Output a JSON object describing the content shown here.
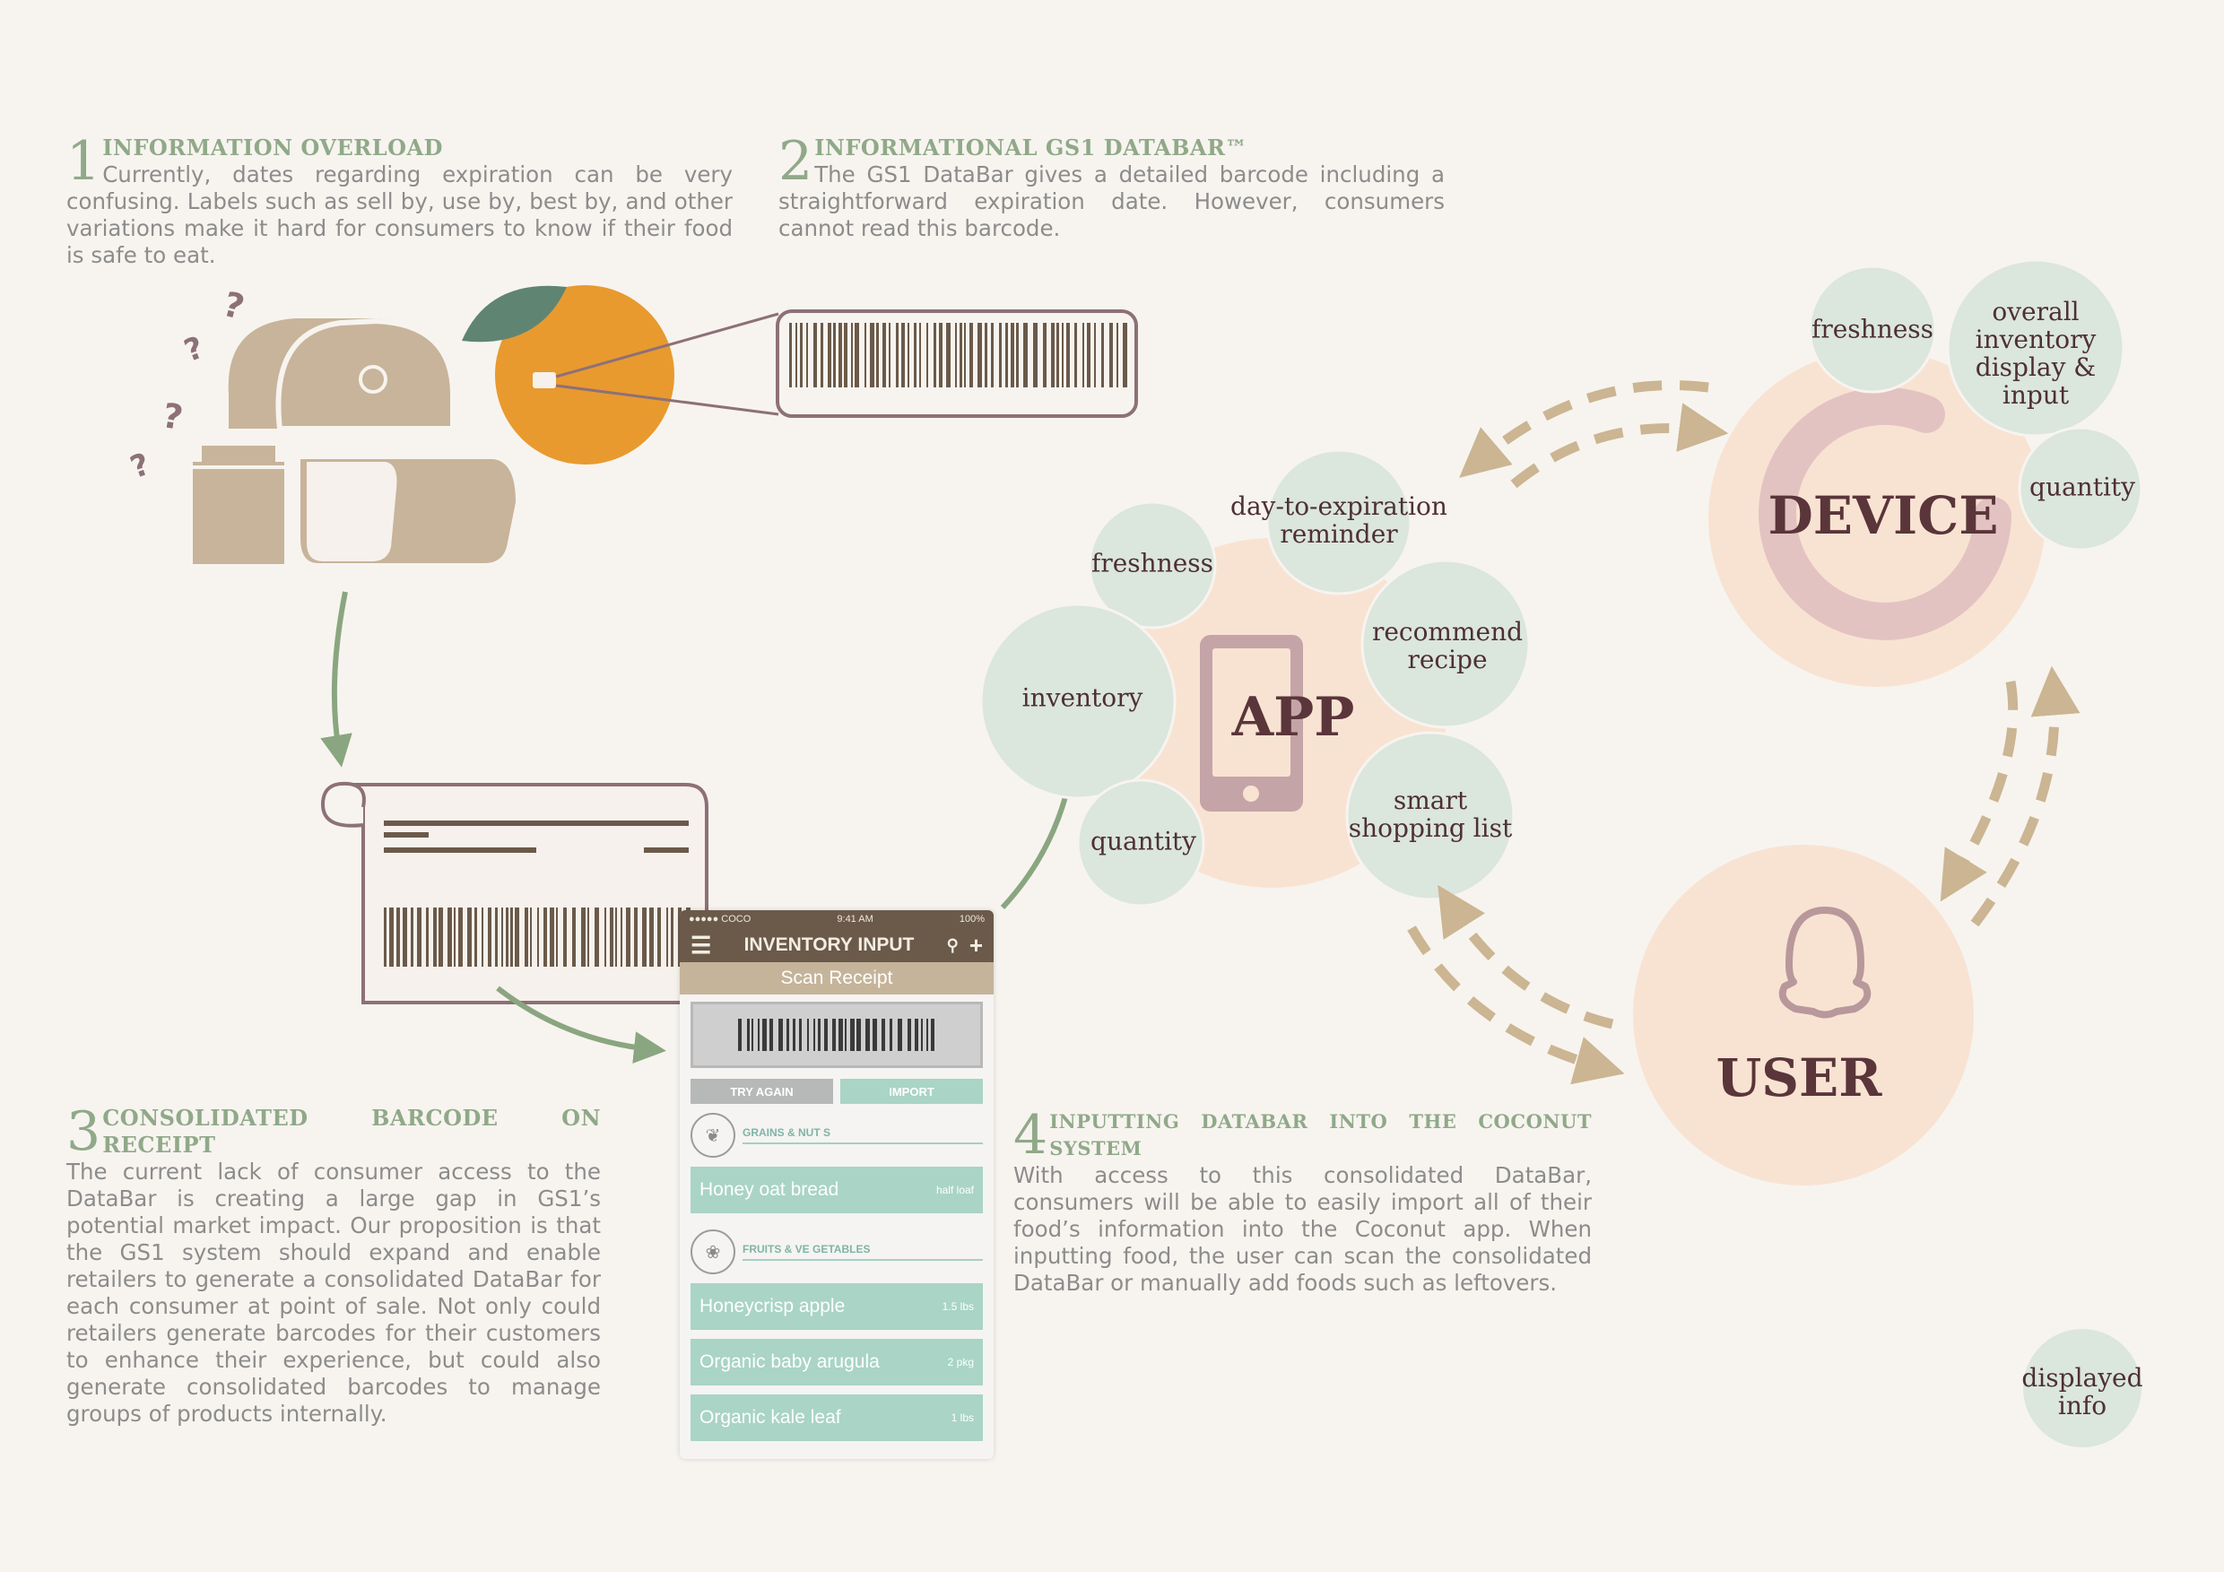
{
  "steps": [
    {
      "num": "1",
      "heading": "INFORMATION OVERLOAD",
      "body": "Currently, dates regarding expiration can be very confusing. Labels such as sell by, use by, best by, and other variations make it hard for consumers to know if their food is safe to eat."
    },
    {
      "num": "2",
      "heading": "INFORMATIONAL GS1 DATABAR™",
      "body": "The GS1 DataBar gives a detailed barcode including a straightforward expiration date. However, consumers cannot read this barcode."
    },
    {
      "num": "3",
      "heading": "CONSOLIDATED BARCODE ON RECEIPT",
      "body": "The current lack of consumer access to the DataBar is creating a large gap in GS1’s potential market impact. Our proposition is that the GS1 system should expand and enable retailers to generate a consolidated DataBar for each consumer at point of sale. Not only could retailers generate barcodes for their customers to enhance their experience, but could also generate consolidated barcodes to manage groups of products internally."
    },
    {
      "num": "4",
      "heading": "INPUTTING DATABAR INTO THE COCONUT SYSTEM",
      "body": "With access to this consolidated DataBar, consumers will be able to easily import all of their food’s information into the Coconut app. When inputting food, the user can scan the consolidated DataBar or manually add foods such as leftovers."
    }
  ],
  "question_marks": [
    "?",
    "?",
    "?",
    "?"
  ],
  "app": {
    "label": "APP",
    "features": [
      "freshness",
      "day-to-expiration reminder",
      "inventory",
      "recommend recipe",
      "quantity",
      "smart shopping list"
    ]
  },
  "device": {
    "label": "DEVICE",
    "features": [
      "freshness",
      "overall inventory display & input",
      "quantity"
    ]
  },
  "user": {
    "label": "USER"
  },
  "legend": {
    "label": "displayed info"
  },
  "phone": {
    "status_left": "●●●●● COCO",
    "status_time": "9:41 AM",
    "status_right": "100%",
    "title": "INVENTORY INPUT",
    "scan_label": "Scan Receipt",
    "try_again": "TRY AGAIN",
    "import": "IMPORT",
    "categories": [
      {
        "label": "GRAINS & NUT S",
        "items": [
          {
            "name": "Honey oat bread",
            "qty": "half loaf"
          }
        ]
      },
      {
        "label": "FRUITS & VE GETABLES",
        "items": [
          {
            "name": "Honeycrisp apple",
            "qty": "1.5 lbs"
          },
          {
            "name": "Organic baby arugula",
            "qty": "2 pkg"
          },
          {
            "name": "Organic kale leaf",
            "qty": "1 lbs"
          }
        ]
      }
    ]
  },
  "colors": {
    "green_text": "#90a989",
    "mint": "#dbe6dd",
    "peach": "#f8e3d3",
    "tan": "#c7b49a",
    "plum": "#8d7078",
    "orange": "#e89a2f",
    "leaf": "#5f8572",
    "arrow_tan": "#cbb592",
    "arrow_green": "#8aa680"
  }
}
